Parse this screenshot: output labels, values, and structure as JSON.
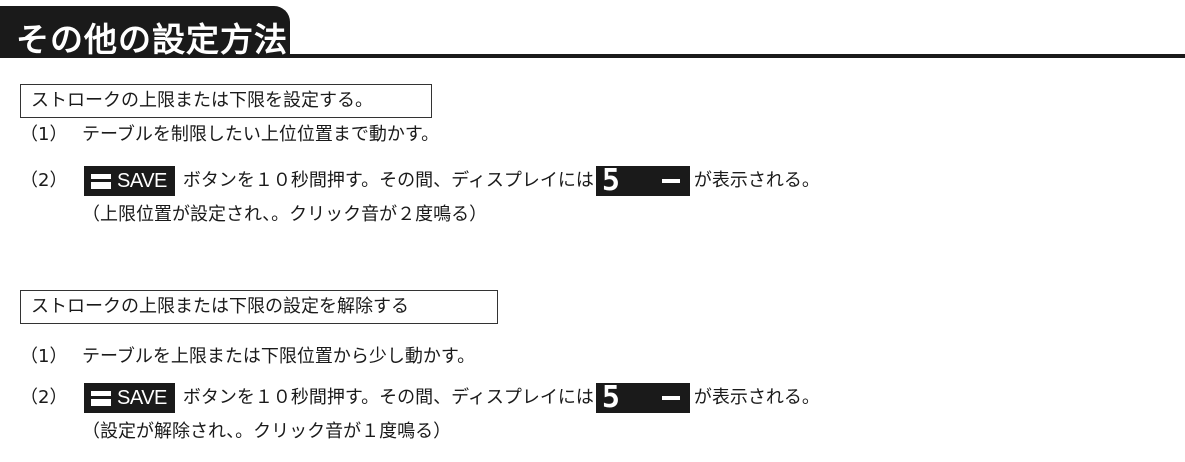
{
  "title": "その他の設定方法",
  "sections": [
    {
      "heading": "ストロークの上限または下限を設定する。",
      "step1_num": "（1）",
      "step1_text": "テーブルを制限したい上位位置まで動かす。",
      "step2_num": "（2）",
      "save_label": "SAVE",
      "step2_text_a": "ボタンを１０秒間押す。その間、ディスプレイには",
      "display_digit": "5",
      "display_dash": "ー",
      "step2_text_b": "が表示される。",
      "note": "（上限位置が設定され、。クリック音が２度鳴る）"
    },
    {
      "heading": "ストロークの上限または下限の設定を解除する",
      "step1_num": "（1）",
      "step1_text": "テーブルを上限または下限位置から少し動かす。",
      "step2_num": "（2）",
      "save_label": "SAVE",
      "step2_text_a": "ボタンを１０秒間押す。その間、ディスプレイには",
      "display_digit": "5",
      "display_dash": "ー",
      "step2_text_b": "が表示される。",
      "note": "（設定が解除され、。クリック音が１度鳴る）"
    }
  ]
}
